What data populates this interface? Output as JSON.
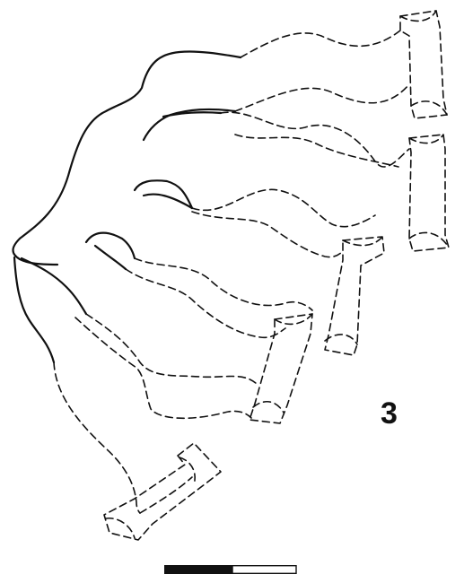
{
  "figure": {
    "number_label": "3"
  },
  "parts": [
    {
      "name": "main-outline",
      "style": "solid"
    },
    {
      "name": "pot-1",
      "style": "dashed"
    },
    {
      "name": "pot-2",
      "style": "dashed"
    },
    {
      "name": "pot-3",
      "style": "dashed"
    },
    {
      "name": "pot-4",
      "style": "dashed"
    },
    {
      "name": "pot-5",
      "style": "dashed"
    },
    {
      "name": "pot-6",
      "style": "dashed"
    }
  ],
  "scale_bar": {
    "segments": [
      "dark",
      "light"
    ]
  }
}
